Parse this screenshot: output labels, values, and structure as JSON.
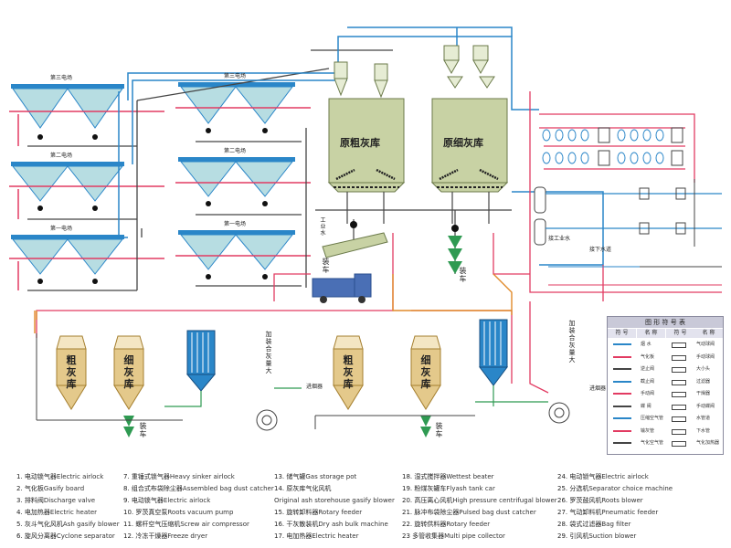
{
  "colors": {
    "pipe_red": "#e23b62",
    "pipe_blue": "#2a86c8",
    "pipe_dark": "#444444",
    "pipe_green": "#2f9a52",
    "pipe_orange": "#e08a2a",
    "silo_fill": "#c8d2a4",
    "hopper_fill": "#b7dde2",
    "cone_fill": "#e4c98b",
    "truck_fill": "#4a6fb5"
  },
  "diagram": {
    "plants_left": [
      "第三电场",
      "第二电场",
      "第一电场"
    ],
    "plants_mid": [
      "第三电场",
      "第二电场",
      "第一电场"
    ],
    "silo_left_label": "原粗灰库",
    "silo_right_label": "原细灰库",
    "work_water": "工业水",
    "truck_label": "装车",
    "truck_label_2": "装车",
    "right_labels": [
      "接工业水",
      "接下水道"
    ],
    "lower_left_coarse": "粗灰库",
    "lower_left_fine": "细灰库",
    "lower_left_load": "装车",
    "lower_mid_coarse": "粗灰库",
    "lower_mid_fine": "细灰库",
    "lower_mid_load": "装车",
    "lower_left_note": "加装合灰量大",
    "lower_mid_note": "加装合灰量大",
    "drain_left": "进烟器",
    "drain_right": "进烟器"
  },
  "symbol_table": {
    "title": "图 形 符 号 表",
    "headers": [
      "符 号",
      "名 称",
      "符 号",
      "名 称"
    ],
    "names_left": [
      "烟 水",
      "气化板",
      "逆止阀",
      "截止阀",
      "手动阀",
      "蝶 阀",
      "压缩空气管",
      "输灰管",
      "气化空气管"
    ],
    "names_right": [
      "气动球阀",
      "手动球阀",
      "大小头",
      "过滤器",
      "干燥器",
      "手动蝶阀",
      "水管道",
      "下水管",
      "气化加热器"
    ]
  },
  "legend": {
    "col1": [
      {
        "num": "1.",
        "cn": "电动锁气器",
        "en": "Electric airlock"
      },
      {
        "num": "2.",
        "cn": "气化板",
        "en": "Gasify board"
      },
      {
        "num": "3.",
        "cn": "排料阀",
        "en": "Discharge valve"
      },
      {
        "num": "4.",
        "cn": "电加热器",
        "en": "Electric heater"
      },
      {
        "num": "5.",
        "cn": "灰斗气化风机",
        "en": "Ash gasify blower"
      },
      {
        "num": "6.",
        "cn": "旋风分离器",
        "en": "Cyclone separator"
      }
    ],
    "col2": [
      {
        "num": "7.",
        "cn": "重锤式锁气器",
        "en": "Heavy sinker airlock"
      },
      {
        "num": "8.",
        "cn": "组合式布袋除尘器",
        "en": "Assembled bag dust catcher"
      },
      {
        "num": "9.",
        "cn": "电动锁气器",
        "en": "Electric airlock"
      },
      {
        "num": "10.",
        "cn": "罗茨真空泵",
        "en": "Roots vacuum pump"
      },
      {
        "num": "11.",
        "cn": "螺杆空气压缩机",
        "en": "Screw air compressor"
      },
      {
        "num": "12.",
        "cn": "冷冻干燥器",
        "en": "Freeze dryer"
      }
    ],
    "col3": [
      {
        "num": "13.",
        "cn": "储气罐",
        "en": "Gas storage pot"
      },
      {
        "num": "14.",
        "cn": "原灰库气化风机",
        "en": ""
      },
      {
        "num": "",
        "cn": "",
        "en": "Original ash storehouse gasify blower"
      },
      {
        "num": "15.",
        "cn": "旋转卸料器",
        "en": "Rotary feeder"
      },
      {
        "num": "16.",
        "cn": "干灰散装机",
        "en": "Dry ash bulk machine"
      },
      {
        "num": "17.",
        "cn": "电加热器",
        "en": "Electric heater"
      }
    ],
    "col4": [
      {
        "num": "18.",
        "cn": "湿式搅拌器",
        "en": "Wettest beater"
      },
      {
        "num": "19.",
        "cn": "粉煤灰罐车",
        "en": "Flyash tank car"
      },
      {
        "num": "20.",
        "cn": "高压离心风机",
        "en": "High pressure centrifugal blower"
      },
      {
        "num": "21.",
        "cn": "脉冲布袋除尘器",
        "en": "Pulsed bag dust catcher"
      },
      {
        "num": "22.",
        "cn": "旋转供料器",
        "en": "Rotary feeder"
      },
      {
        "num": "23",
        "cn": "多管收集器",
        "en": "Multi pipe collector"
      }
    ],
    "col5": [
      {
        "num": "24.",
        "cn": "电动锁气器",
        "en": "Electric airlock"
      },
      {
        "num": "25.",
        "cn": "分选机",
        "en": "Separator choice machine"
      },
      {
        "num": "26.",
        "cn": "罗茨鼓风机",
        "en": "Roots blower"
      },
      {
        "num": "27.",
        "cn": "气动卸料机",
        "en": "Pneumatic feeder"
      },
      {
        "num": "28.",
        "cn": "袋式过滤器",
        "en": "Bag filter"
      },
      {
        "num": "29.",
        "cn": "引风机",
        "en": "Suction blower"
      }
    ]
  }
}
